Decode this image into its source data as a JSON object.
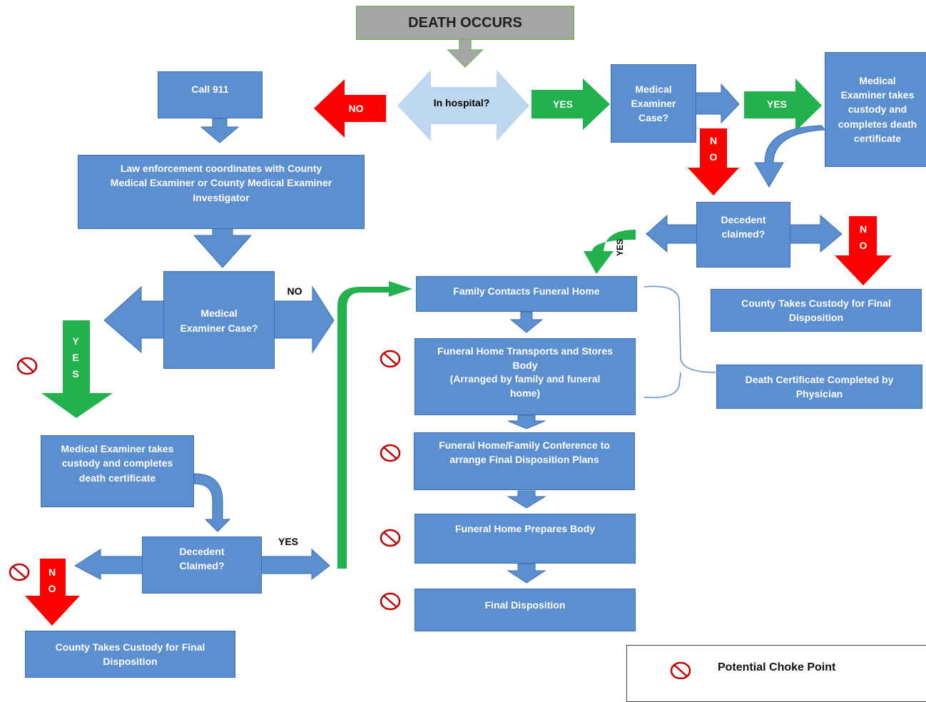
{
  "start": "DEATH OCCURS",
  "nodes": {
    "in_hospital": "In hospital?",
    "call_911": "Call 911",
    "me_case_top": "Medical\nExaminer\nCase?",
    "me_takes_top": "Medical\nExaminer takes\ncustody and\ncompletes death\ncertificate",
    "law_enforcement": "Law enforcement coordinates with County\nMedical Examiner or County Medical Examiner\nInvestigator",
    "decedent_claimed_right": "Decedent\nclaimed?",
    "county_custody_right": "County Takes Custody for Final\nDisposition",
    "me_case_left": "Medical\nExaminer Case?",
    "family_contacts": "Family Contacts Funeral Home",
    "funeral_transports": "Funeral Home Transports and Stores\nBody\n(Arranged by family and funeral\nhome)",
    "death_cert_physician": "Death Certificate Completed by\nPhysician",
    "me_takes_left": "Medical Examiner takes\ncustody and completes\ndeath certificate",
    "conference": "Funeral Home/Family Conference to\narrange Final Disposition Plans",
    "prepares_body": "Funeral Home Prepares Body",
    "decedent_claimed_left": "Decedent\nClaimed?",
    "final_disposition": "Final Disposition",
    "county_custody_left": "County Takes Custody for Final\nDisposition"
  },
  "labels": {
    "no": "NO",
    "yes": "YES",
    "no_vertical": "N\nO",
    "yes_vertical": "Y\nE\nS",
    "yes_rotated": "YES"
  },
  "legend": {
    "label": "Potential Choke Point"
  },
  "colors": {
    "box_fill": "#5b8fd0",
    "box_border": "#3f6fae",
    "start_fill": "#a6a6a6",
    "green_arrow": "#22b14c",
    "red_arrow": "#ff0000",
    "light_arrow": "#bdd7ee",
    "choke_red": "#c00000"
  }
}
